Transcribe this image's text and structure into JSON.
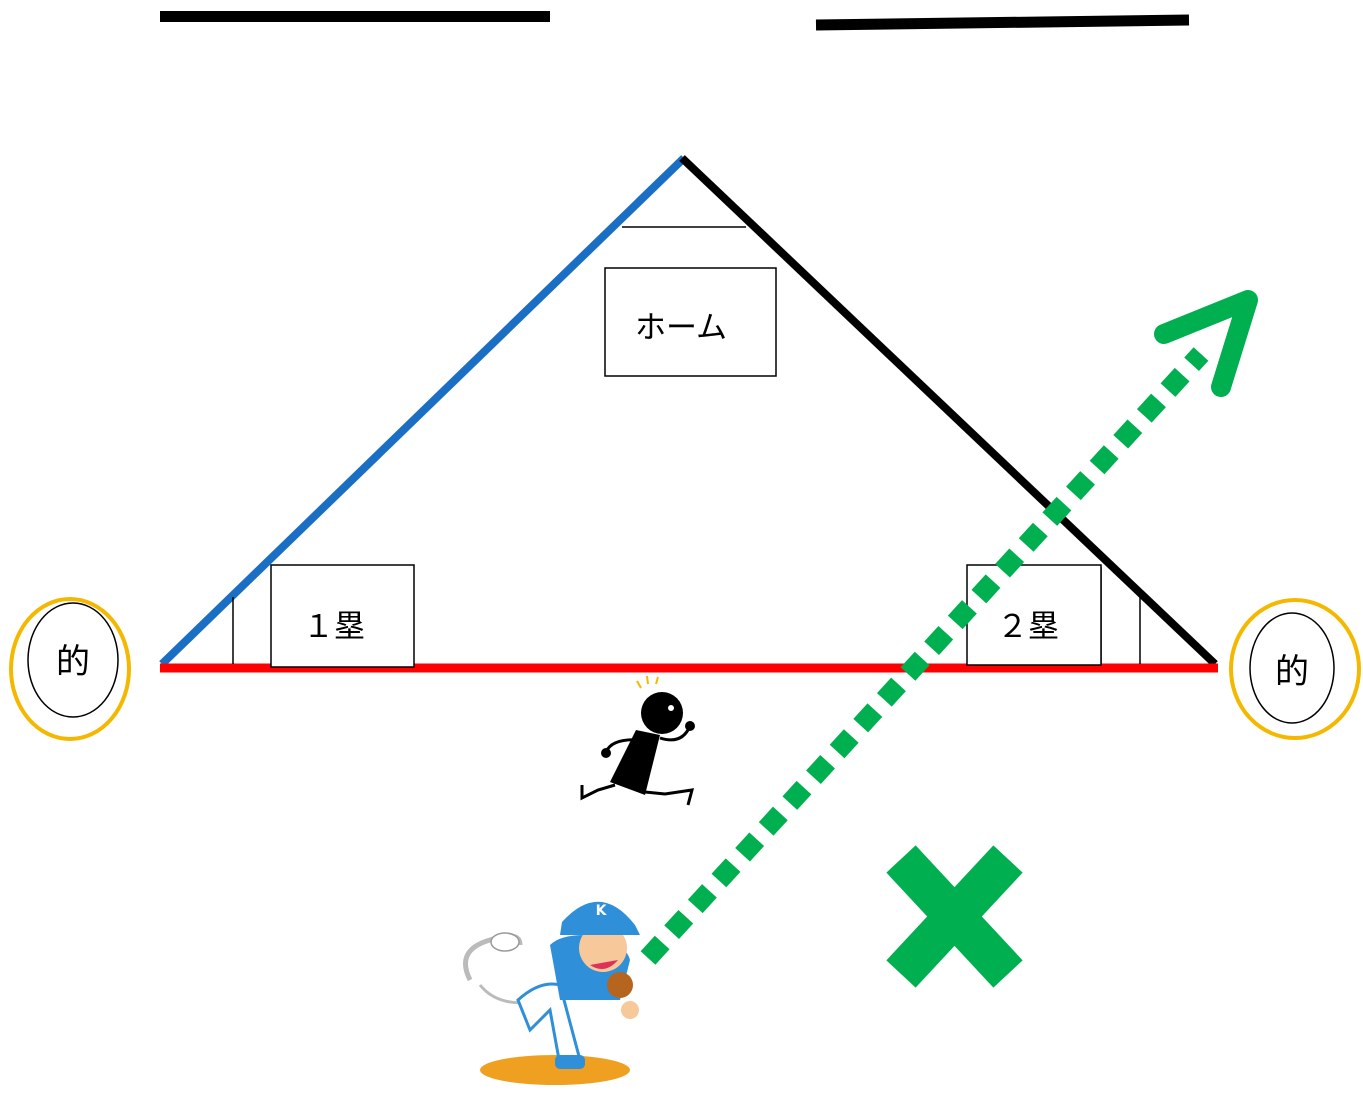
{
  "labels": {
    "home": "ホーム",
    "first_base": "１塁",
    "second_base": "２塁",
    "target_left": "的",
    "target_right": "的",
    "cap_letter": "K"
  },
  "colors": {
    "left_line": "#1a6fc4",
    "right_line": "#000000",
    "base_line": "#ff0000",
    "arrow": "#00b050",
    "target_ring": "#f5b800",
    "cap": "#2f8fd8"
  },
  "icons": [
    "running-figure-icon",
    "pitcher-icon",
    "green-x-mark-icon",
    "dotted-arrow-icon"
  ]
}
